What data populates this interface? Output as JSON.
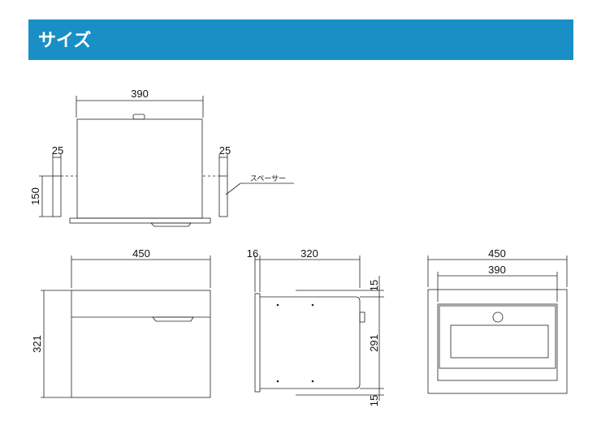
{
  "header": {
    "title": "サイズ"
  },
  "colors": {
    "banner": "#1a8fc6",
    "line": "#222222"
  },
  "top_view": {
    "width_label": "390",
    "spacer_left_label": "25",
    "spacer_right_label": "25",
    "height_label": "150",
    "spacer_callout": "スペーサー"
  },
  "front_view": {
    "width_label": "450",
    "height_label": "321"
  },
  "side_view": {
    "depth_label": "320",
    "thickness_label": "16",
    "top_gap_label": "15",
    "inner_height_label": "291",
    "bottom_gap_label": "15"
  },
  "back_view": {
    "outer_width_label": "450",
    "inner_width_label": "390"
  }
}
